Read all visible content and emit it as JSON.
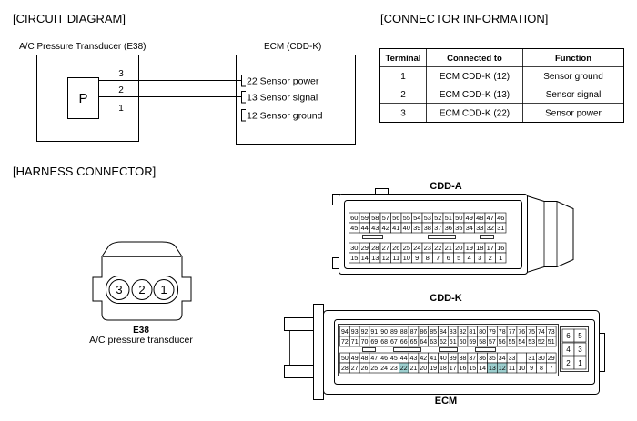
{
  "sections": {
    "circuit_diagram": "[CIRCUIT DIAGRAM]",
    "connector_information": "[CONNECTOR INFORMATION]",
    "harness_connector": "[HARNESS CONNECTOR]"
  },
  "circuit": {
    "sensor_label": "A/C Pressure Transducer (E38)",
    "sensor_symbol": "P",
    "ecm_label": "ECM (CDD-K)",
    "wires": [
      {
        "pin": "3",
        "ecm_terminal": "22 Sensor power"
      },
      {
        "pin": "2",
        "ecm_terminal": "13 Sensor signal"
      },
      {
        "pin": "1",
        "ecm_terminal": "12 Sensor ground"
      }
    ]
  },
  "connector_table": {
    "headers": [
      "Terminal",
      "Connected to",
      "Function"
    ],
    "rows": [
      [
        "1",
        "ECM CDD-K (12)",
        "Sensor ground"
      ],
      [
        "2",
        "ECM CDD-K (13)",
        "Sensor signal"
      ],
      [
        "3",
        "ECM CDD-K (22)",
        "Sensor power"
      ]
    ]
  },
  "harness": {
    "e38": {
      "pins": [
        "3",
        "2",
        "1"
      ],
      "name": "E38",
      "description": "A/C pressure transducer"
    },
    "cdd_a": {
      "label": "CDD-A",
      "upper_rows": [
        [
          "60",
          "59",
          "58",
          "57",
          "56",
          "55",
          "54",
          "53",
          "52",
          "51",
          "50",
          "49",
          "48",
          "47",
          "46"
        ],
        [
          "45",
          "44",
          "43",
          "42",
          "41",
          "40",
          "39",
          "38",
          "37",
          "36",
          "35",
          "34",
          "33",
          "32",
          "31"
        ]
      ],
      "lower_rows": [
        [
          "30",
          "29",
          "28",
          "27",
          "26",
          "25",
          "24",
          "23",
          "22",
          "21",
          "20",
          "19",
          "18",
          "17",
          "16"
        ],
        [
          "15",
          "14",
          "13",
          "12",
          "11",
          "10",
          "9",
          "8",
          "7",
          "6",
          "5",
          "4",
          "3",
          "2",
          "1"
        ]
      ]
    },
    "cdd_k": {
      "label": "CDD-K"
    },
    "ecm": {
      "label": "ECM",
      "upper_rows": [
        [
          "94",
          "93",
          "92",
          "91",
          "90",
          "89",
          "88",
          "87",
          "86",
          "85",
          "84",
          "83",
          "82",
          "81",
          "80",
          "79",
          "78",
          "77",
          "76",
          "75",
          "74",
          "73"
        ],
        [
          "72",
          "71",
          "70",
          "69",
          "68",
          "67",
          "66",
          "65",
          "64",
          "63",
          "62",
          "61",
          "60",
          "59",
          "58",
          "57",
          "56",
          "55",
          "54",
          "53",
          "52",
          "51"
        ]
      ],
      "lower_rows": [
        [
          "50",
          "49",
          "48",
          "47",
          "46",
          "45",
          "44",
          "43",
          "42",
          "41",
          "40",
          "39",
          "38",
          "37",
          "36",
          "35",
          "34",
          "33",
          "",
          "31",
          "30",
          "29"
        ],
        [
          "28",
          "27",
          "26",
          "25",
          "24",
          "23",
          "22",
          "21",
          "20",
          "19",
          "18",
          "17",
          "16",
          "15",
          "14",
          "13",
          "12",
          "11",
          "10",
          "9",
          "8",
          "7"
        ]
      ],
      "side_block": [
        [
          "6",
          "5"
        ],
        [
          "4",
          "3"
        ],
        [
          "2",
          "1"
        ]
      ],
      "highlighted_pins": [
        "22",
        "13",
        "12"
      ],
      "highlight_color": "#9dcfcf"
    }
  }
}
